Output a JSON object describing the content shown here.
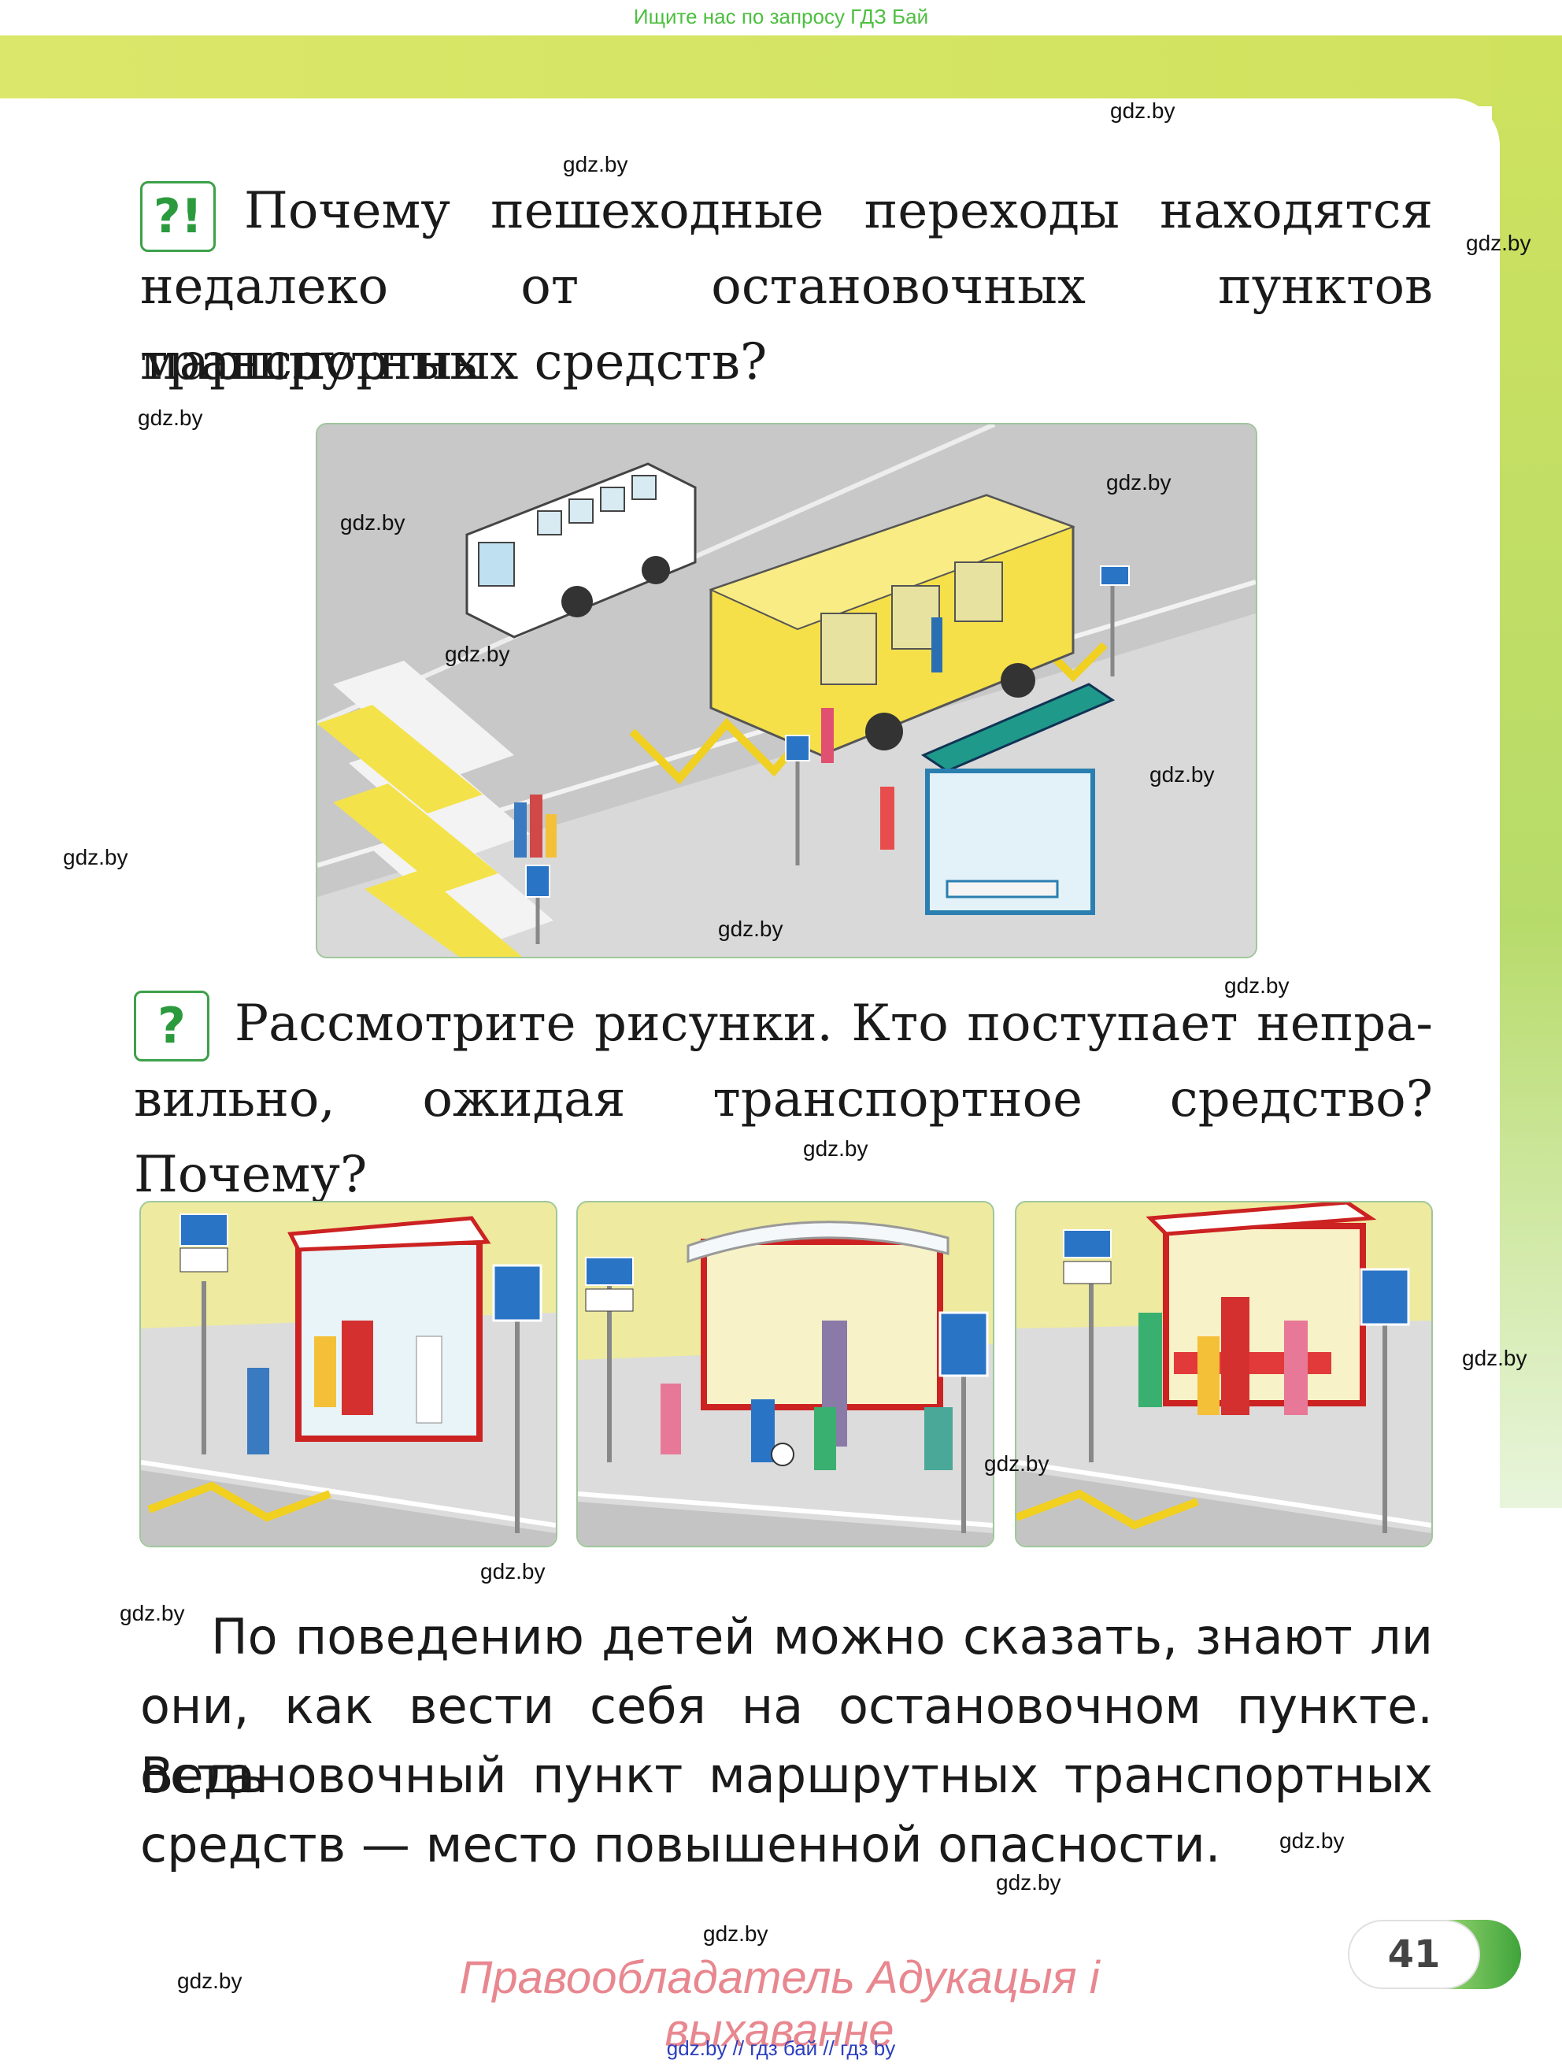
{
  "header": {
    "search_hint": "Ищите нас по запросу ГДЗ Бай"
  },
  "watermark": "gdz.by",
  "question1": {
    "badge": "?!",
    "line1": "Почему пешеходные переходы находятся",
    "line2": "недалеко от остановочных пунктов маршрутных",
    "line3": "транспортных средств?"
  },
  "question2": {
    "badge": "?",
    "line1": "Рассмотрите рисунки. Кто поступает непра-",
    "line2": "вильно, ожидая транспортное средство? Почему?"
  },
  "paragraph": {
    "line1": "По поведению детей можно сказать, знают ли",
    "line2": "они, как вести себя на остановочном пункте. Ведь",
    "line3": "остановочный пункт маршрутных транспортных",
    "line4": "средств — место повышенной опасности."
  },
  "footer": {
    "copyright": "Правообладатель Адукацыя і выхаванне",
    "page_number": "41",
    "links": "gdz.by  //  гдз бай  //  гдз by"
  },
  "colors": {
    "accent_green": "#3da04a",
    "band_lime": "#d4e464",
    "copyright_pink": "#e8878f"
  }
}
